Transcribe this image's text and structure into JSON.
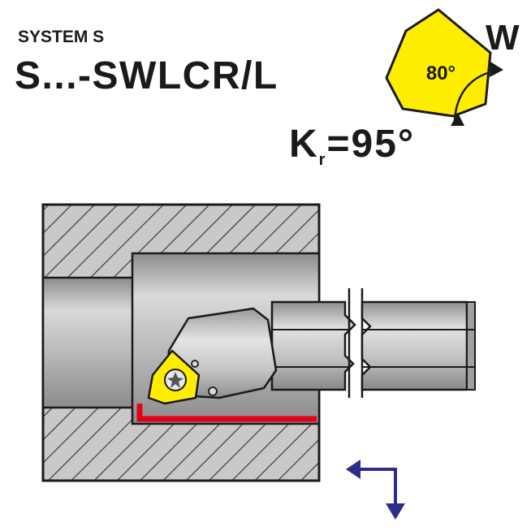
{
  "header": {
    "system": "SYSTEM S",
    "designation": "S...-SWLCR/L",
    "kr_symbol": "K",
    "kr_subscript": "r",
    "kr_value": "=95°"
  },
  "insert_icon": {
    "shape_letter": "W",
    "angle_label": "80°",
    "fill_color": "#ffed00"
  },
  "colors": {
    "insert_yellow": "#ffed00",
    "workpiece_gray": "#b5b5b5",
    "hatch_line": "#3a3a3a",
    "tool_body": "#d0d0d0",
    "cut_path_red": "#e3001b",
    "feed_arrow_blue": "#2c2c8c",
    "outline": "#1a1a1a"
  }
}
